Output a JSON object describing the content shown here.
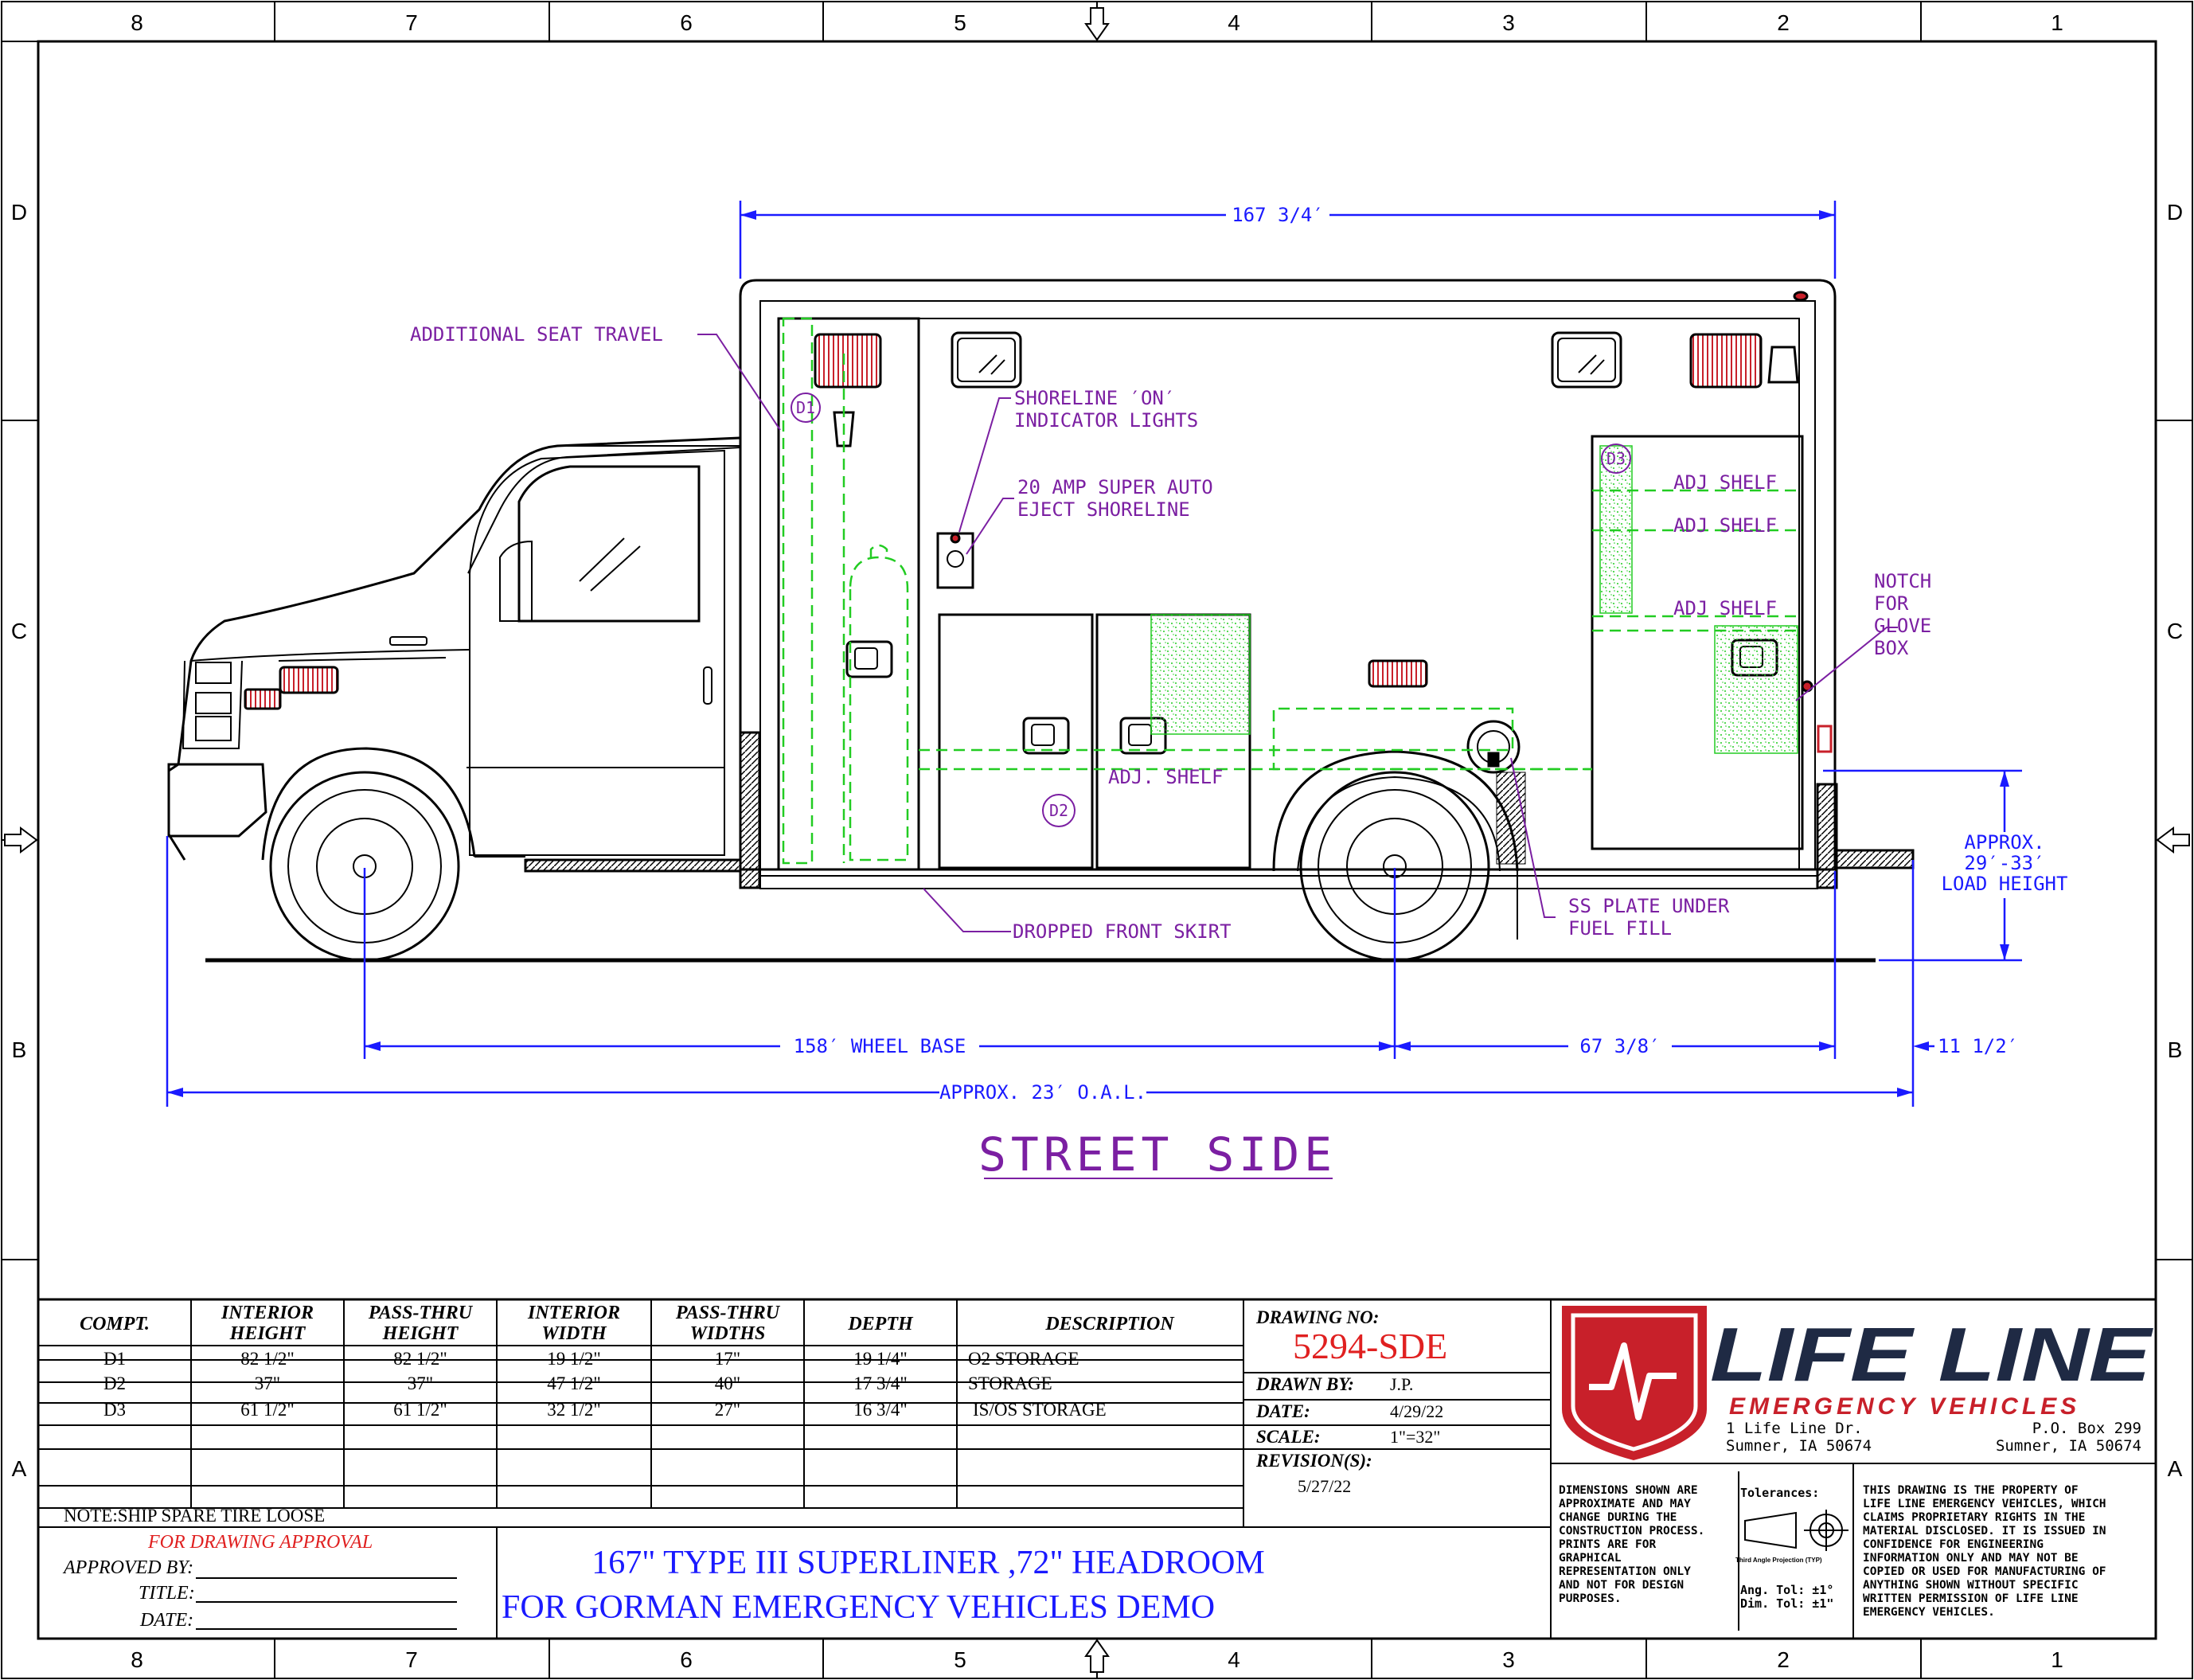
{
  "grid": {
    "columns": [
      "8",
      "7",
      "6",
      "5",
      "4",
      "3",
      "2",
      "1"
    ],
    "rows": [
      "D",
      "C",
      "B",
      "A"
    ]
  },
  "drawing": {
    "view_title": "STREET SIDE",
    "dimensions": {
      "body_length": "167 3/4′",
      "wheel_base": "158′ WHEEL BASE",
      "rear_overhang": "67 3/8′",
      "bumper": "11 1/2′",
      "oal": "APPROX. 23′ O.A.L.",
      "load_height": [
        "APPROX.",
        "29′-33′",
        "LOAD HEIGHT"
      ]
    },
    "callouts": {
      "seat_travel": "ADDITIONAL SEAT TRAVEL",
      "shoreline_lights": [
        "SHORELINE ′ON′",
        "INDICATOR LIGHTS"
      ],
      "shoreline_eject": [
        "20 AMP SUPER AUTO",
        "EJECT SHORELINE"
      ],
      "adj_shelf_1": "ADJ SHELF",
      "adj_shelf_2": "ADJ SHELF",
      "adj_shelf_3": "ADJ SHELF",
      "notch": [
        "NOTCH",
        "FOR",
        "GLOVE",
        "BOX"
      ],
      "adj_shelf_d2": "ADJ. SHELF",
      "front_skirt": "DROPPED FRONT SKIRT",
      "ss_plate": [
        "SS PLATE UNDER",
        "FUEL FILL"
      ]
    },
    "compartments": {
      "d1": "D1",
      "d2": "D2",
      "d3": "D3"
    }
  },
  "table": {
    "headers": [
      [
        "COMPT."
      ],
      [
        "INTERIOR",
        "HEIGHT"
      ],
      [
        "PASS-THRU",
        "HEIGHT"
      ],
      [
        "INTERIOR",
        "WIDTH"
      ],
      [
        "PASS-THRU",
        "WIDTHS"
      ],
      [
        "DEPTH"
      ],
      [
        "DESCRIPTION"
      ]
    ],
    "rows": [
      [
        "D1",
        "82 1/2\"",
        "82 1/2\"",
        "19 1/2\"",
        "17\"",
        "19 1/4\"",
        "O2 STORAGE"
      ],
      [
        "D2",
        "37\"",
        "37\"",
        "47 1/2\"",
        "40\"",
        "17 3/4\"",
        "STORAGE"
      ],
      [
        "D3",
        "61 1/2\"",
        "61 1/2\"",
        "32 1/2\"",
        "27\"",
        "16 3/4\"",
        "IS/OS STORAGE"
      ]
    ],
    "note": "NOTE:SHIP SPARE TIRE LOOSE"
  },
  "approval": {
    "heading": "FOR DRAWING APPROVAL",
    "approved_by": "APPROVED BY:",
    "title": "TITLE:",
    "date": "DATE:"
  },
  "title_block": {
    "line1": "167\" TYPE III SUPERLINER ,72\" HEADROOM",
    "line2": "FOR GORMAN EMERGENCY VEHICLES DEMO"
  },
  "drawing_info": {
    "drawing_no_label": "DRAWING NO:",
    "drawing_no": "5294-SDE",
    "drawn_by_label": "DRAWN BY:",
    "drawn_by": "J.P.",
    "date_label": "DATE:",
    "date": "4/29/22",
    "scale_label": "SCALE:",
    "scale": "1\"=32\"",
    "revisions_label": "REVISION(S):",
    "revision": "5/27/22"
  },
  "company": {
    "name": "LIFE LINE",
    "subtitle": "EMERGENCY VEHICLES",
    "address_left": [
      "1 Life Line Dr.",
      "Sumner, IA 50674"
    ],
    "address_right": [
      "P.O. Box 299",
      "Sumner, IA 50674"
    ],
    "brand_red": "#c8202a",
    "brand_navy": "#1f2a44"
  },
  "disclaimer": [
    "DIMENSIONS SHOWN ARE",
    "APPROXIMATE AND MAY",
    "CHANGE DURING THE",
    "CONSTRUCTION PROCESS.",
    "PRINTS ARE FOR",
    "GRAPHICAL",
    "REPRESENTATION ONLY",
    "AND NOT FOR DESIGN",
    "PURPOSES."
  ],
  "tolerances": {
    "label": "Tolerances:",
    "projection": "Third Angle Projection (TYP)",
    "ang": "Ang. Tol: ±1°",
    "dim": "Dim. Tol: ±1\""
  },
  "property": [
    "THIS DRAWING IS THE PROPERTY OF",
    "LIFE LINE EMERGENCY VEHICLES, WHICH",
    "CLAIMS PROPRIETARY RIGHTS IN THE",
    "MATERIAL DISCLOSED. IT IS ISSUED IN",
    "CONFIDENCE FOR ENGINEERING",
    "INFORMATION ONLY AND MAY NOT BE",
    "COPIED OR USED FOR MANUFACTURING OF",
    "ANYTHING SHOWN WITHOUT SPECIFIC",
    "WRITTEN PERMISSION OF LIFE LINE",
    "EMERGENCY VEHICLES."
  ],
  "colors": {
    "dimension": "#1a1aff",
    "callout": "#7b1fa2",
    "hidden": "#22cc22",
    "light": "#e0503c"
  }
}
